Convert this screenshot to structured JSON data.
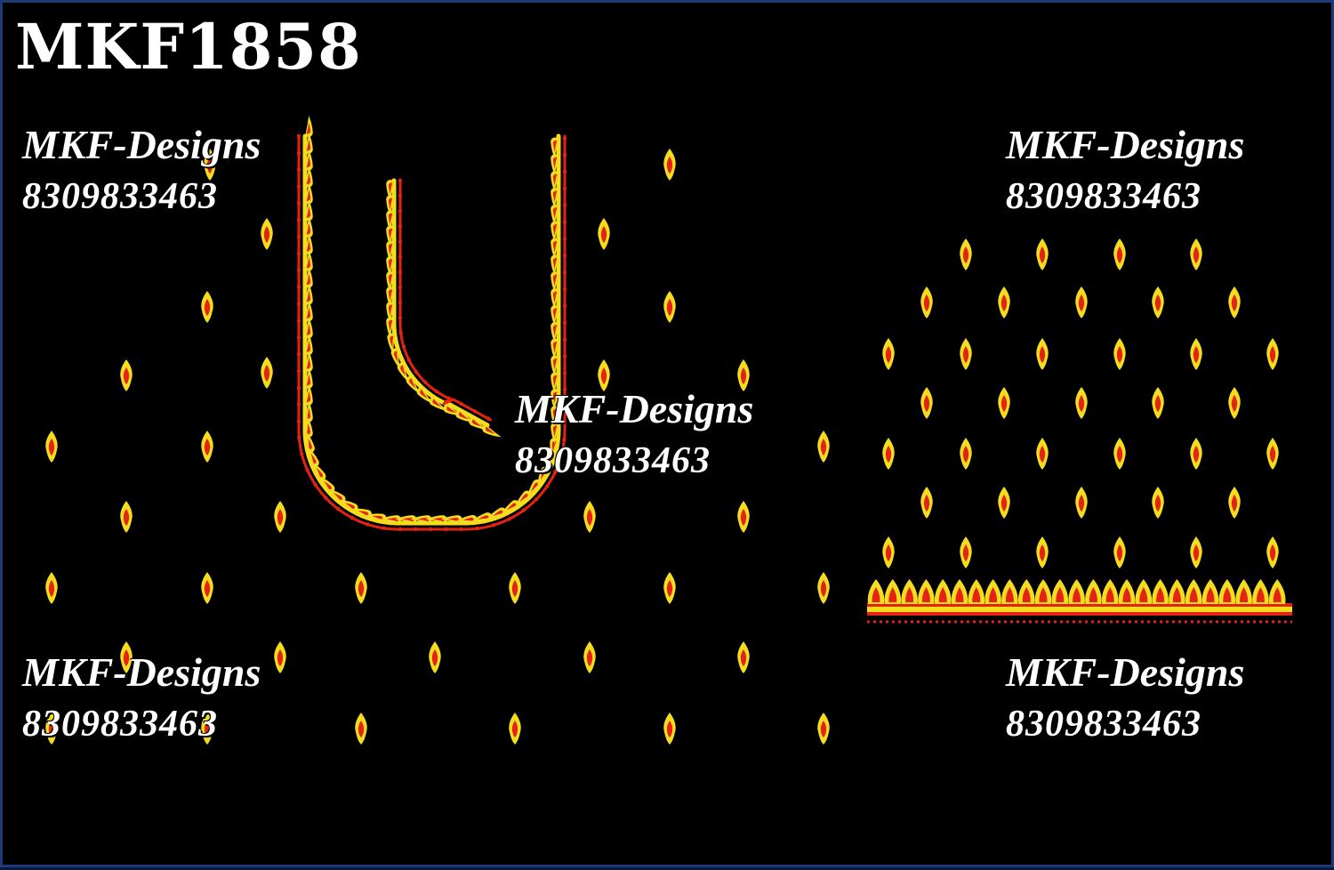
{
  "design_code": "MKF1858",
  "watermark": {
    "brand": "MKF-Designs",
    "phone": "8309833463"
  },
  "colors": {
    "background": "#000000",
    "frame": "#1d3a78",
    "motif_yellow": "#f4dc1e",
    "motif_red": "#e42313",
    "text": "#ffffff"
  }
}
